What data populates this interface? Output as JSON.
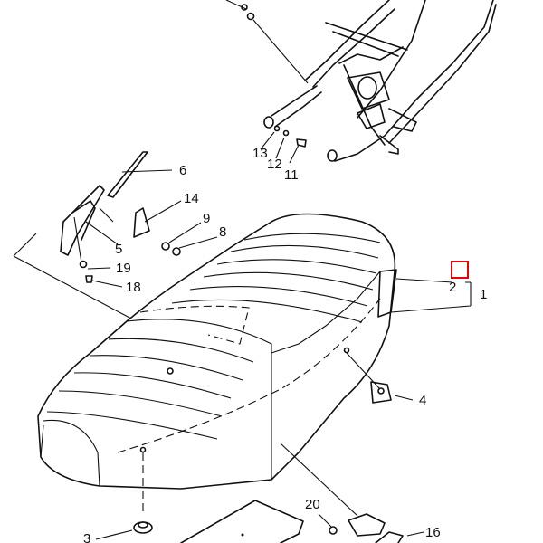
{
  "diagram": {
    "title": "Seat exploded parts view",
    "callouts": [
      "1",
      "2",
      "3",
      "4",
      "5",
      "6",
      "8",
      "9",
      "11",
      "12",
      "13",
      "14",
      "16",
      "18",
      "19",
      "20"
    ],
    "highlight_color": "#e8000b"
  }
}
